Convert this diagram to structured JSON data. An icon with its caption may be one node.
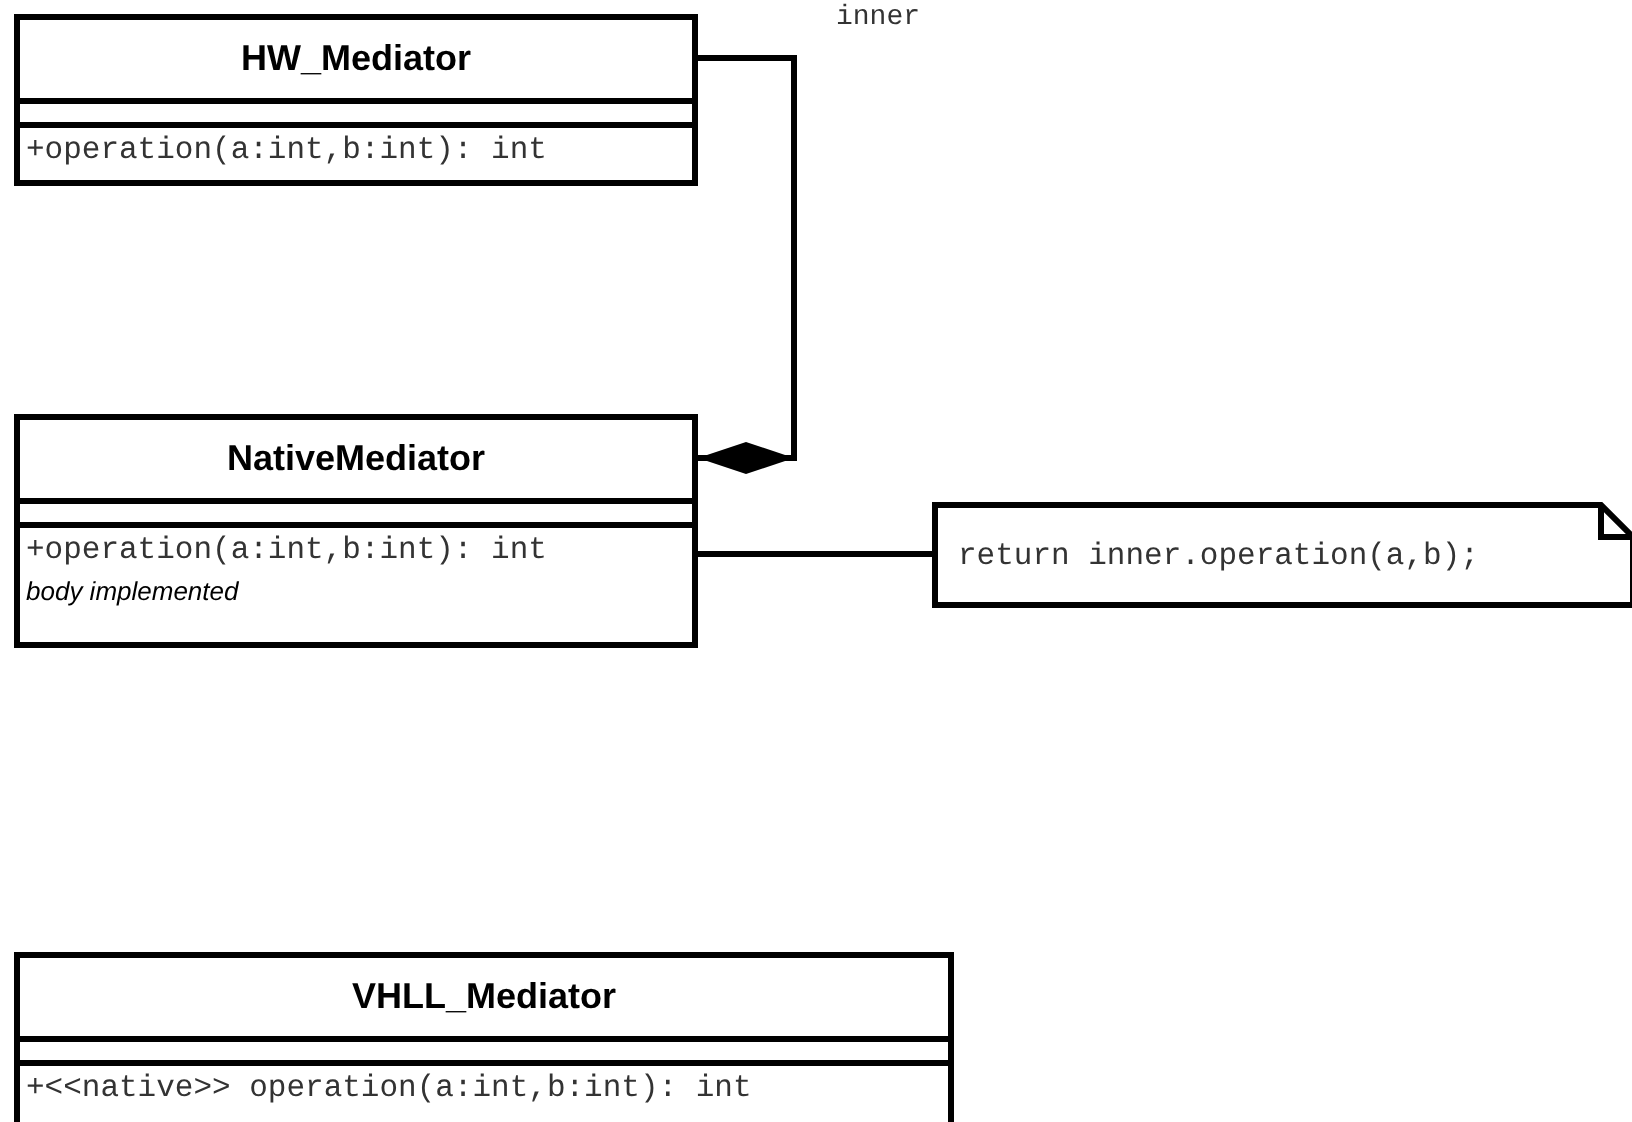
{
  "diagram": {
    "nodes": [
      {
        "text": [
          "HW_Mediator",
          "+operation(a:int,b:int): int"
        ]
      },
      {
        "text": [
          "NativeMediator",
          "+operation(a:int,b:int): int",
          "body implemented"
        ]
      },
      {
        "text": [
          "return inner.operation(a,b);"
        ]
      },
      {
        "text": [
          "VHLL_Mediator",
          "+<<native>> operation(a:int,b:int): int"
        ]
      }
    ],
    "edges": [
      {
        "from": 0,
        "to": 1,
        "arrow": "other",
        "label": "inner"
      },
      {
        "from": 1,
        "to": 2,
        "arrow": "none"
      }
    ]
  }
}
